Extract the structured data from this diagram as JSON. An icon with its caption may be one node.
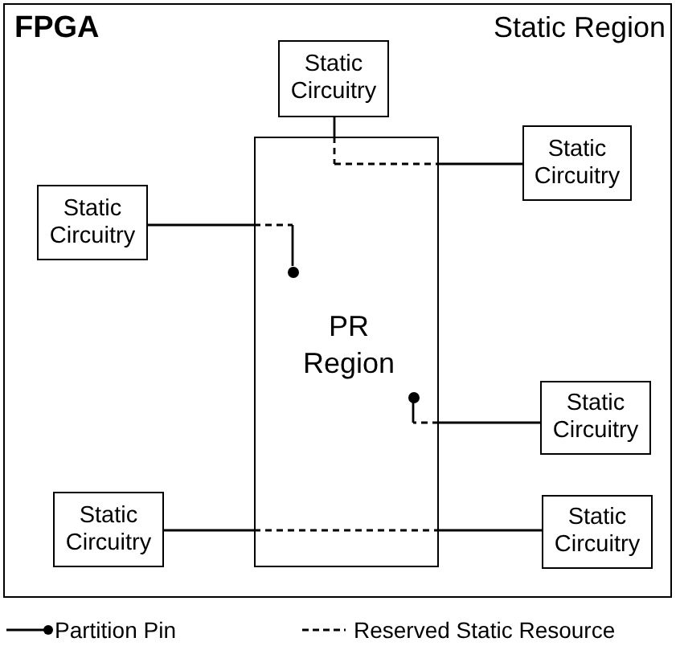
{
  "diagram": {
    "nodes": [
      {
        "text": [
          "FPGA",
          "Static Region"
        ]
      },
      {
        "text": [
          "Static Circuitry"
        ],
        "in": 0
      },
      {
        "text": [
          "Static Circuitry"
        ],
        "in": 0
      },
      {
        "text": [
          "PR Region"
        ],
        "in": 0
      },
      {
        "text": [
          "Static Circuitry"
        ],
        "in": 0
      },
      {
        "text": [],
        "shape": "circle",
        "in": 3
      },
      {
        "text": [],
        "shape": "circle",
        "in": 3
      },
      {
        "text": [
          "Static Circuitry"
        ],
        "in": 0
      },
      {
        "text": [
          "Static Circuitry"
        ],
        "in": 0
      },
      {
        "text": [
          "Static Circuitry"
        ],
        "in": 0
      }
    ],
    "edges": [
      {
        "from": 1,
        "to": 2,
        "arrow": "none"
      },
      {
        "from": 4,
        "to": 5,
        "arrow": "none"
      },
      {
        "from": 7,
        "to": 6,
        "arrow": "none"
      },
      {
        "from": 8,
        "to": 9,
        "arrow": "none"
      }
    ],
    "legend": [
      {
        "text": "Partition Pin"
      },
      {
        "text": "Reserved Static Resource"
      }
    ]
  }
}
